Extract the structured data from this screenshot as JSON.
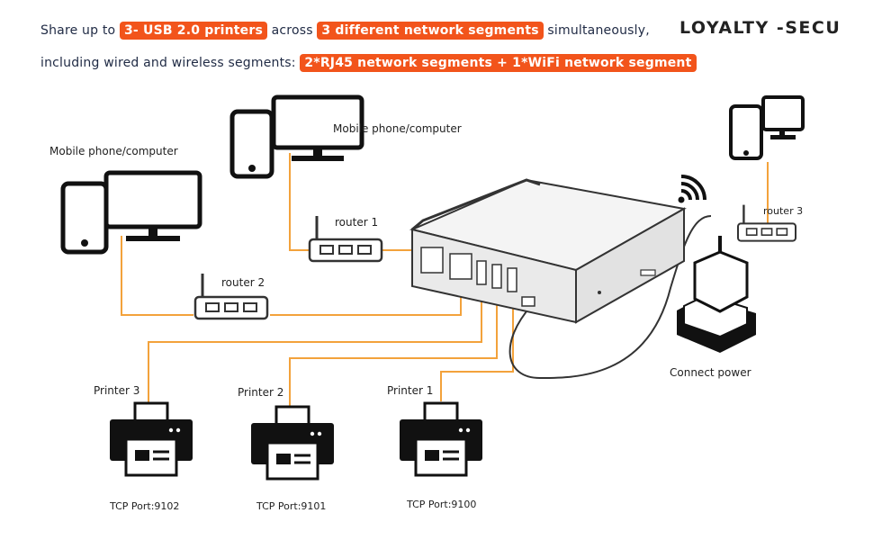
{
  "header": {
    "line1": {
      "t1": "Share up to ",
      "h1": "3- USB 2.0 printers",
      "t2": " across ",
      "h2": "3 different network segments",
      "t3": " simultaneously,"
    },
    "line2": {
      "t1": "including wired and wireless segments: ",
      "h1": "2*RJ45 network segments + 1*WiFi network segment"
    }
  },
  "brand": "LOYALTY -SECU",
  "colors": {
    "highlight": "#f2541b",
    "cable": "#f3a23b",
    "text": "#1f2a44"
  },
  "devices": {
    "computer_left": "Mobile phone/computer",
    "computer_middle": "Mobile phone/computer",
    "router1": "router 1",
    "router2": "router 2",
    "router3": "router 3",
    "power": "Connect power",
    "printers": [
      {
        "name": "Printer 3",
        "port": "TCP Port:9102"
      },
      {
        "name": "Printer 2",
        "port": "TCP Port:9101"
      },
      {
        "name": "Printer 1",
        "port": "TCP Port:9100"
      }
    ]
  },
  "icons": [
    "phone-icon",
    "monitor-icon",
    "router-icon",
    "wifi-icon",
    "printer-icon",
    "power-adapter-icon",
    "print-server-icon"
  ]
}
